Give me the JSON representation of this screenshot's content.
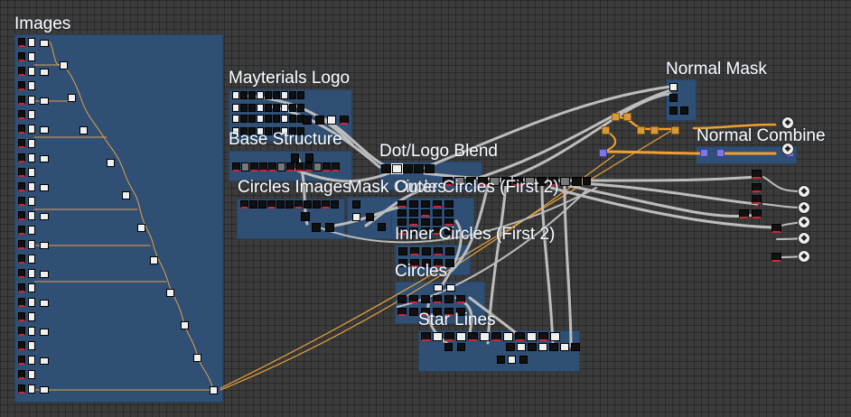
{
  "frames": [
    {
      "id": "images",
      "title": "Images"
    },
    {
      "id": "mayterials-logo",
      "title": "Mayterials Logo"
    },
    {
      "id": "base-structure",
      "title": "Base Structure"
    },
    {
      "id": "circles-images",
      "title": "Circles Images"
    },
    {
      "id": "mask-circles",
      "title": "Mask Circles"
    },
    {
      "id": "dot-logo-blend",
      "title": "Dot/Logo Blend"
    },
    {
      "id": "outer-circles",
      "title": "Outer Circles (First 2)"
    },
    {
      "id": "inner-circles",
      "title": "Inner Circles (First 2)"
    },
    {
      "id": "circles",
      "title": "Circles"
    },
    {
      "id": "star-lines",
      "title": "Star Lines"
    },
    {
      "id": "normal-mask",
      "title": "Normal Mask"
    },
    {
      "id": "normal-combine",
      "title": "Normal Combine"
    }
  ],
  "output_icons": [
    "output-node-icon",
    "output-node-icon",
    "output-node-icon",
    "output-node-icon",
    "output-node-icon",
    "output-node-icon",
    "output-node-icon"
  ],
  "colors": {
    "background": "#3b3b3b",
    "frame": "#2f4f74",
    "wire": "#bdbdbd",
    "wire_selected": "#e8a33c",
    "node": "#101010",
    "node_accent": "#c8283c",
    "selected_node": "#d69a3a",
    "normal_node": "#7d78e0"
  }
}
